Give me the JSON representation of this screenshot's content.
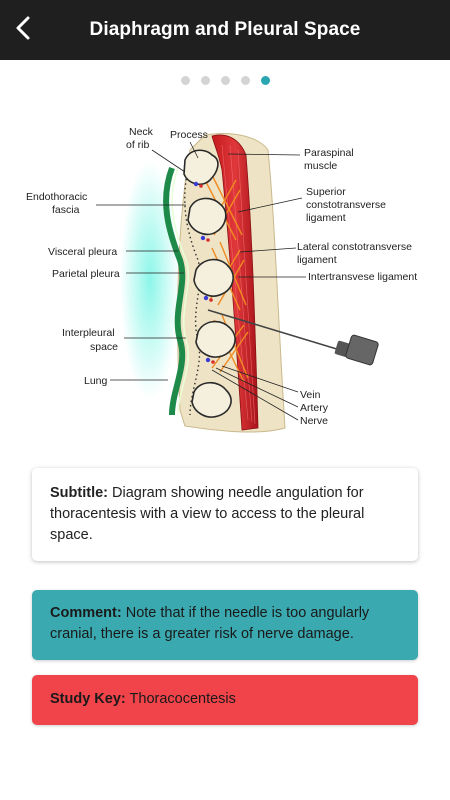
{
  "header": {
    "title": "Diaphragm and Pleural Space",
    "back_icon": "chevron-left-icon"
  },
  "pager": {
    "count": 5,
    "active_index": 4,
    "colors": {
      "inactive": "#d4d4d4",
      "active": "#2aa6b0"
    }
  },
  "diagram": {
    "labels": {
      "neck_of_rib_1": "Neck",
      "neck_of_rib_2": "of rib",
      "process": "Process",
      "paraspinal_1": "Paraspinal",
      "paraspinal_2": "muscle",
      "endothoracic_1": "Endothoracic",
      "endothoracic_2": "fascia",
      "superior_1": "Superior",
      "superior_2": "constotransverse",
      "superior_3": "ligament",
      "visceral": "Visceral pleura",
      "lateral_1": "Lateral constotransverse",
      "lateral_2": "ligament",
      "parietal": "Parietal pleura",
      "intertransverse": "Intertransvese ligament",
      "interpleural_1": "Interpleural",
      "interpleural_2": "space",
      "lung": "Lung",
      "vein": "Vein",
      "artery": "Artery",
      "nerve": "Nerve"
    }
  },
  "subtitle": {
    "label": "Subtitle:",
    "text": " Diagram showing needle angulation for thoracentesis with a view to access to the pleural space."
  },
  "comment": {
    "label": "Comment:",
    "text": " Note that if the needle is too angularly cranial, there is a greater risk of nerve damage."
  },
  "study_key": {
    "label": "Study Key:",
    "text": " Thoracocentesis"
  },
  "colors": {
    "header_bg": "#1f1f1f",
    "comment_bg": "#3aa9b0",
    "study_bg": "#f1434a"
  }
}
